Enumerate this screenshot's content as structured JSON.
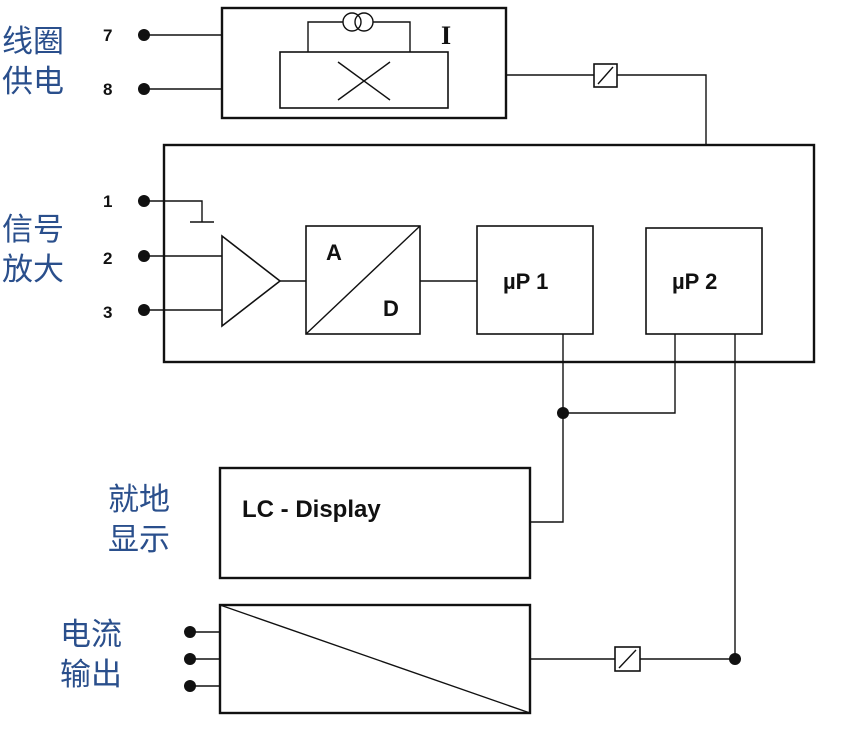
{
  "labels": {
    "coil_power": [
      "线圈",
      "供电"
    ],
    "signal_amp": [
      "信号",
      "放大"
    ],
    "local_display": [
      "就地",
      "显示"
    ],
    "current_output": [
      "电流",
      "输出"
    ]
  },
  "pins": {
    "p7": "7",
    "p8": "8",
    "p1": "1",
    "p2": "2",
    "p3": "3"
  },
  "blocks": {
    "current_symbol": "I",
    "adc_a": "A",
    "adc_d": "D",
    "up1": "µP 1",
    "up2": "µP 2",
    "lc_display": "LC - Display"
  }
}
